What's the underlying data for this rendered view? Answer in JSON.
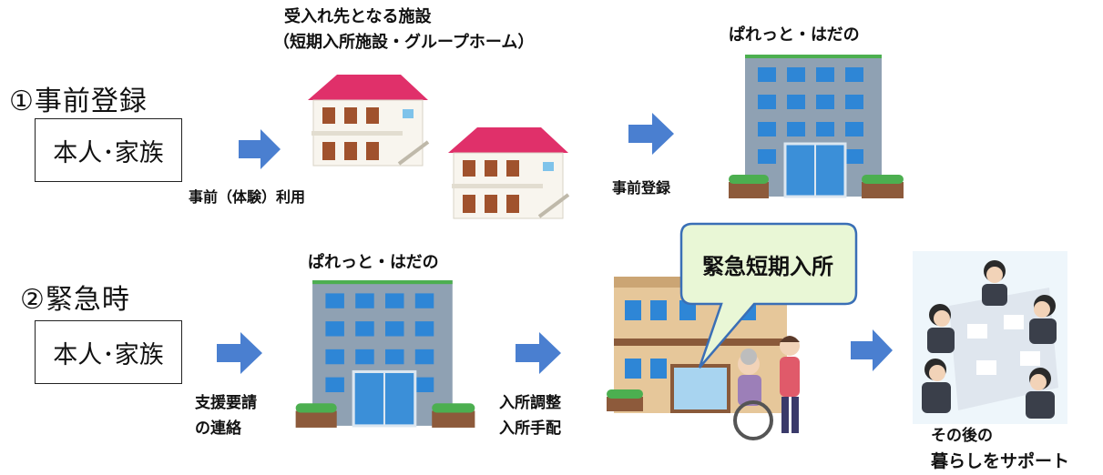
{
  "colors": {
    "arrow": "#4a7fd0",
    "roof": "#e0306a",
    "office": "#8fa1b3",
    "window": "#2e86d6",
    "callout_fill": "#e9f7d6",
    "callout_border": "#3a6fb6"
  },
  "section1": {
    "title": "①事前登録",
    "actor": "本人･家族",
    "arrow1_label": "事前（体験）利用",
    "facility_label_line1": "受入れ先となる施設",
    "facility_label_line2": "（短期入所施設・グループホーム）",
    "arrow2_label": "事前登録",
    "office_label": "ぱれっと・はだの"
  },
  "section2": {
    "title": "②緊急時",
    "actor": "本人･家族",
    "arrow1_label_line1": "支援要請",
    "arrow1_label_line2": "の連絡",
    "office_label": "ぱれっと・はだの",
    "arrow2_label_line1": "入所調整",
    "arrow2_label_line2": "入所手配",
    "callout": "緊急短期入所",
    "result_line1": "その後の",
    "result_line2": "暮らしをサポート"
  },
  "icons": [
    "right-arrow-icon",
    "apartment-icon",
    "office-building-icon",
    "care-facility-icon",
    "meeting-icon"
  ]
}
